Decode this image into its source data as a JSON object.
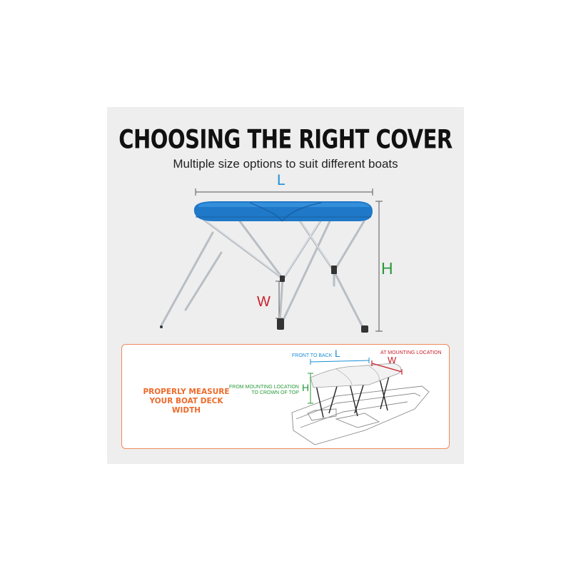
{
  "title": "CHOOSING THE RIGHT COVER",
  "subtitle": "Multiple size options to suit different boats",
  "dimensions": {
    "length": "L",
    "height": "H",
    "width": "W"
  },
  "measure_box": {
    "heading_line1": "PROPERLY MEASURE",
    "heading_line2": "YOUR BOAT DECK WIDTH",
    "front_to_back": "FRONT TO BACK",
    "at_mounting": "AT MOUNTING LOCATION",
    "from_mounting_line1": "FROM MOUNTING LOCATION",
    "from_mounting_line2": "TO CROWN OF TOP",
    "length": "L",
    "width": "W",
    "height": "H"
  },
  "colors": {
    "canopy": "#1f78c8",
    "length": "#1a8fd6",
    "height": "#2a9a3a",
    "width": "#c8202a",
    "accent": "#ee6a2a"
  }
}
